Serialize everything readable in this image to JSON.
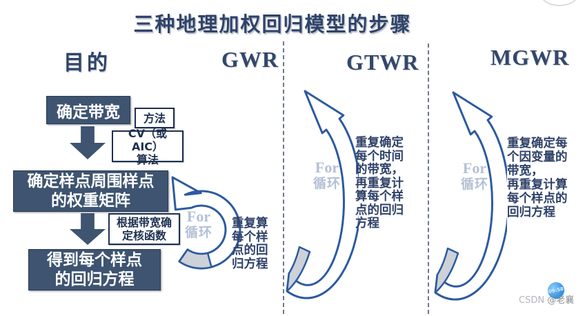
{
  "title": "三种地理加权回归模型的步骤",
  "headers": {
    "purpose": "目的",
    "col1": "GWR",
    "col2": "GTWR",
    "col3": "MGWR"
  },
  "flow": {
    "step1": "确定带宽",
    "method_box": "方法",
    "cv_box": "CV（或AIC）\n算法",
    "step2": "确定样点周围样点\n的权重矩阵",
    "kernel_box": "根据带宽确\n定核函数",
    "step3": "得到每个样点\n的回归方程"
  },
  "loops": {
    "gwr": {
      "for_en": "For",
      "for_cn": "循环",
      "note": "重复算\n每个样\n点的回\n归方程"
    },
    "gtwr": {
      "for_en": "For",
      "for_cn": "循环",
      "note": "重复确定\n每个时间\n的带宽，\n再重复计\n算每个样\n点的回归\n方程"
    },
    "mgwr": {
      "for_en": "For",
      "for_cn": "循环",
      "note": "重复确定每\n个因变量的\n带宽，\n再重复计算\n每个样点的\n回归方程"
    }
  },
  "watermark": {
    "site": "CSDN",
    "user": "@老襄",
    "badge": "09:58"
  },
  "colors": {
    "navy_text": "#2f4369",
    "box_bg": "#3e5470",
    "arrow_blue": "#2c5aa0",
    "loop_label": "#b4c0d5",
    "tail_gray": "#cdd1d8"
  }
}
